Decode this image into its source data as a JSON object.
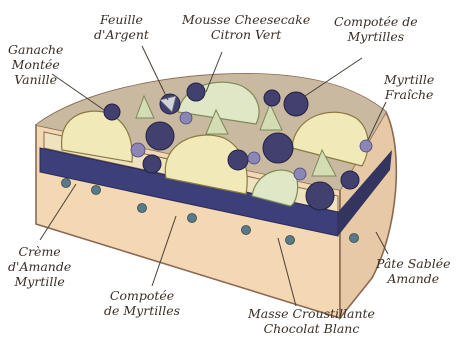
{
  "labels": {
    "feuille_argent": [
      "Feuille",
      "d'Argent"
    ],
    "mousse_cheesecake": [
      "Mousse Cheesecake",
      "Citron Vert"
    ],
    "compotee_top": [
      "Compotée de",
      "Myrtilles"
    ],
    "ganache": [
      "Ganache",
      "Montée",
      "Vanille"
    ],
    "myrtille_fraiche": [
      "Myrtille",
      "Fraîche"
    ],
    "creme_amande": [
      "Crème",
      "d'Amande",
      "Myrtille"
    ],
    "compotee_bottom": [
      "Compotée",
      "de Myrtilles"
    ],
    "pate_sablee": [
      "Pâte Sablée",
      "Amande"
    ],
    "masse_croustillante": [
      "Masse Croustillante",
      "Chocolat Blanc"
    ]
  },
  "colors": {
    "crust": "#f4d7b3",
    "crust_edge": "#8a6a52",
    "compote_band": "#3d3f7a",
    "cream_layer": "#efe2bf",
    "ganache": "#f2e9b8",
    "mousse": "#dfe7c6",
    "blueberry": "#41406e",
    "blueberry_light": "#8b86b6",
    "leader_line": "#4a3f38",
    "text": "#3a2f28"
  }
}
